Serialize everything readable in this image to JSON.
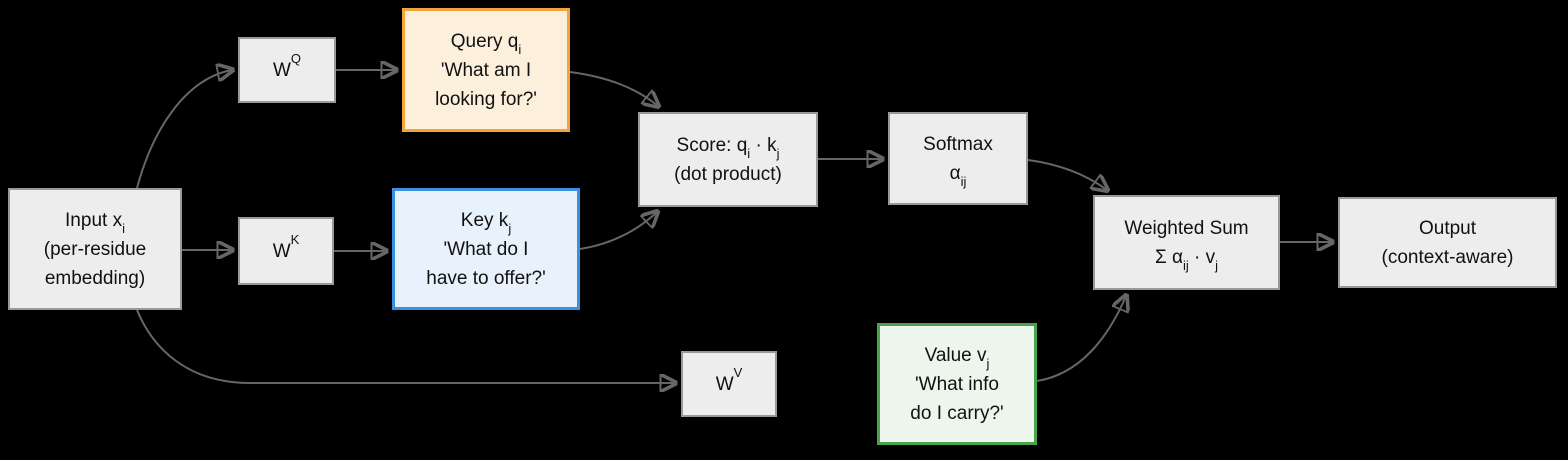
{
  "diagram": {
    "kind": "flowchart",
    "background": "#000000"
  },
  "colors": {
    "node_fill_gray": "#EDEDED",
    "node_border_gray": "#999999",
    "query_accent": "#F2A43B",
    "query_fill": "#FCF0DC",
    "key_accent": "#3E8FE2",
    "key_fill": "#E8F2FC",
    "value_accent": "#48A44C",
    "value_fill": "#ECF6EC",
    "arrow": "#666666",
    "text": "#111111"
  },
  "nodes": {
    "input": {
      "line1_pre": "Input x",
      "line1_sub": "i",
      "line2": "(per-residue",
      "line3": "embedding)"
    },
    "wq": {
      "base": "W",
      "sup": "Q"
    },
    "wk": {
      "base": "W",
      "sup": "K"
    },
    "wv": {
      "base": "W",
      "sup": "V"
    },
    "query": {
      "line1_pre": "Query q",
      "line1_sub": "i",
      "line2": "'What am I",
      "line3": "looking for?'"
    },
    "key": {
      "line1_pre": "Key k",
      "line1_sub": "j",
      "line2": "'What do I",
      "line3": "have to offer?'"
    },
    "value": {
      "line1_pre": "Value v",
      "line1_sub": "j",
      "line2": "'What info",
      "line3": "do I carry?'"
    },
    "score": {
      "l1p1": "Score: q",
      "l1s1": "i",
      "l1p2": " · k",
      "l1s2": "j",
      "line2": "(dot product)"
    },
    "softmax": {
      "line1": "Softmax",
      "l2p1": "α",
      "l2s1": "ij"
    },
    "weighted_sum": {
      "line1": "Weighted Sum",
      "l2p1": "Σ α",
      "l2s1": "ij",
      "l2p2": " · v",
      "l2s2": "j"
    },
    "output": {
      "line1": "Output",
      "line2": "(context-aware)"
    }
  },
  "edges": [
    {
      "from": "input",
      "to": "wq"
    },
    {
      "from": "input",
      "to": "wk"
    },
    {
      "from": "input",
      "to": "wv"
    },
    {
      "from": "wq",
      "to": "query"
    },
    {
      "from": "wk",
      "to": "key"
    },
    {
      "from": "query",
      "to": "score"
    },
    {
      "from": "key",
      "to": "score"
    },
    {
      "from": "score",
      "to": "softmax"
    },
    {
      "from": "softmax",
      "to": "weighted_sum"
    },
    {
      "from": "value",
      "to": "weighted_sum"
    },
    {
      "from": "weighted_sum",
      "to": "output"
    }
  ]
}
